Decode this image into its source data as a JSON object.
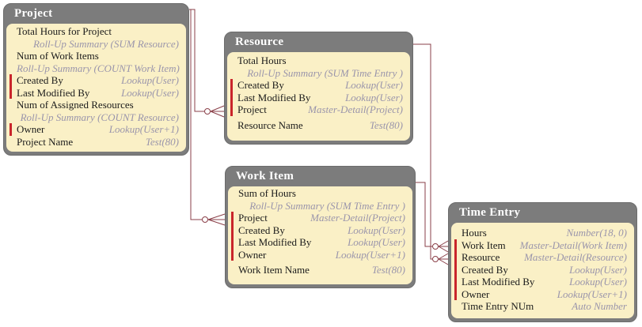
{
  "colors": {
    "header_bg": "#7c7c7c",
    "body_bg": "#faf0c6",
    "title_text": "#ffffff",
    "field_text": "#1b1b1b",
    "type_text": "#9a95ab",
    "required_bar": "#c9252b",
    "relationship_line": "#8a3f48"
  },
  "entities": [
    {
      "id": "project",
      "title": "Project",
      "lines": [
        {
          "label": "Total Hours for Project"
        },
        {
          "detail": "Roll-Up Summary (SUM Resource)"
        },
        {
          "label": "Num of Work Items"
        },
        {
          "detail": "Roll-Up Summary (COUNT Work Item)"
        },
        {
          "label": "Created By",
          "type": "Lookup(User)",
          "required": true
        },
        {
          "label": "Last Modified By",
          "type": "Lookup(User)",
          "required": true
        },
        {
          "label": "Num of Assigned Resources"
        },
        {
          "detail": "Roll-Up Summary (COUNT Resource)"
        },
        {
          "label": "Owner",
          "type": "Lookup(User+1)",
          "required": true
        },
        {
          "label": "Project Name",
          "type": "Test(80)"
        }
      ]
    },
    {
      "id": "resource",
      "title": "Resource",
      "lines": [
        {
          "label": "Total Hours"
        },
        {
          "detail": "Roll-Up Summary (SUM Time Entry )"
        },
        {
          "label": "Created By",
          "type": "Lookup(User)",
          "required": true
        },
        {
          "label": "Last Modified By",
          "type": "Lookup(User)",
          "required": true
        },
        {
          "label": "Project",
          "type": "Master-Detail(Project)",
          "required": true
        },
        {
          "label": "Resource Name",
          "type": "Test(80)",
          "gap": true
        }
      ]
    },
    {
      "id": "workitem",
      "title": "Work Item",
      "lines": [
        {
          "label": "Sum of Hours"
        },
        {
          "detail": "Roll-Up Summary (SUM Time Entry )"
        },
        {
          "label": "Project",
          "type": "Master-Detail(Project)",
          "required": true
        },
        {
          "label": "Created By",
          "type": "Lookup(User)",
          "required": true
        },
        {
          "label": "Last Modified By",
          "type": "Lookup(User)",
          "required": true
        },
        {
          "label": "Owner",
          "type": "Lookup(User+1)",
          "required": true
        },
        {
          "label": "Work Item Name",
          "type": "Test(80)",
          "gap": true
        }
      ]
    },
    {
      "id": "timeentry",
      "title": "Time Entry",
      "lines": [
        {
          "label": "Hours",
          "type": "Number(18, 0)"
        },
        {
          "label": "Work Item",
          "type": "Master-Detail(Work Item)",
          "required": true
        },
        {
          "label": "Resource",
          "type": "Master-Detail(Resource)",
          "required": true
        },
        {
          "label": "Created By",
          "type": "Lookup(User)",
          "required": true
        },
        {
          "label": "Last Modified By",
          "type": "Lookup(User)",
          "required": true
        },
        {
          "label": "Owner",
          "type": "Lookup(User+1)",
          "required": true
        },
        {
          "label": "Time Entry NUm",
          "type": "Auto Number"
        }
      ]
    }
  ],
  "relationships": [
    {
      "from": "Project",
      "to": "Resource",
      "attaches_at_field": "Project",
      "cardinality": "zero-or-many"
    },
    {
      "from": "Project",
      "to": "Work Item",
      "attaches_at_field": "Project",
      "cardinality": "zero-or-many"
    },
    {
      "from": "Resource",
      "to": "Time Entry",
      "attaches_at_field": "Resource",
      "cardinality": "zero-or-many"
    },
    {
      "from": "Work Item",
      "to": "Time Entry",
      "attaches_at_field": "Work Item",
      "cardinality": "zero-or-many"
    }
  ]
}
